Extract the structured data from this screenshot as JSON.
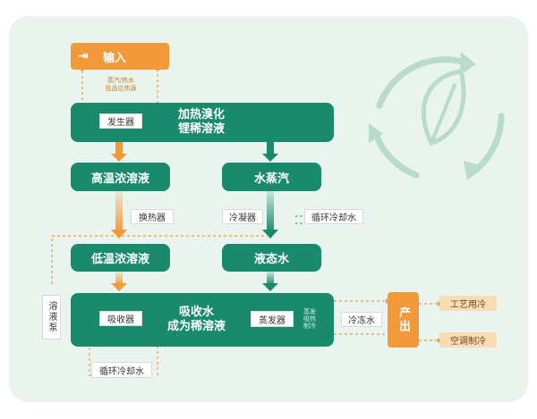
{
  "nodes": {
    "input": "输入",
    "input_note_line1": "蒸汽/热水",
    "input_note_line2": "低品位热源",
    "generator": "发生器",
    "heating_line1": "加热溴化",
    "heating_line2": "锂稀溶液",
    "high_temp_solution": "高温浓溶液",
    "water_vapor": "水蒸汽",
    "heat_exchanger": "换热器",
    "condenser": "冷凝器",
    "cooling_water_condenser": "循环冷却水",
    "low_temp_solution": "低温浓溶液",
    "liquid_water": "液态水",
    "solution_pump": "溶液泵",
    "absorber": "吸收器",
    "absorb_line1": "吸收水",
    "absorb_line2": "成为稀溶液",
    "evaporator": "蒸发器",
    "evap_note_line1": "蒸发",
    "evap_note_line2": "吸热",
    "evap_note_line3": "制冷",
    "chilled_water": "冷冻水",
    "output": "产出",
    "process_cooling": "工艺用冷",
    "ac_cooling": "空调制冷",
    "cooling_water_absorber": "循环冷却水"
  },
  "colors": {
    "panel_bg": "#e9f4ef",
    "green": "#1a8a6d",
    "orange": "#f2993a",
    "tan": "#f7dcb5",
    "recycle_icon": "#b9dbcd"
  }
}
